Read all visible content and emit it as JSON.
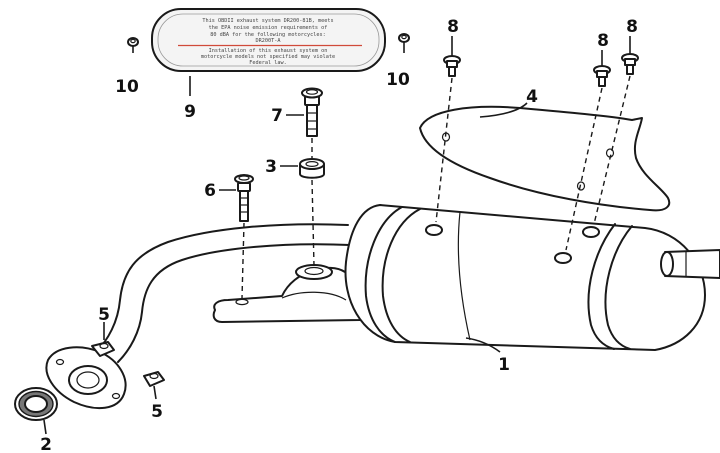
{
  "callouts": {
    "c1": "1",
    "c2": "2",
    "c3": "3",
    "c4": "4",
    "c5a": "5",
    "c5b": "5",
    "c6": "6",
    "c7": "7",
    "c8a": "8",
    "c8b": "8",
    "c8c": "8",
    "c9": "9",
    "c10a": "10",
    "c10b": "10"
  },
  "label_plate": {
    "line1": "This OBDII exhaust system DR200-81B, meets",
    "line2": "the EPA noise emission requirements of",
    "line3": "80 dBA for the following motorcycles:",
    "line4": "DR200T-A",
    "line5": "Installation of this exhaust system on",
    "line6": "motorcycle models not specified may violate",
    "line7": "Federal law."
  },
  "colors": {
    "stroke": "#1a1a1a",
    "label_divider": "#d04a3a",
    "background": "#ffffff"
  }
}
